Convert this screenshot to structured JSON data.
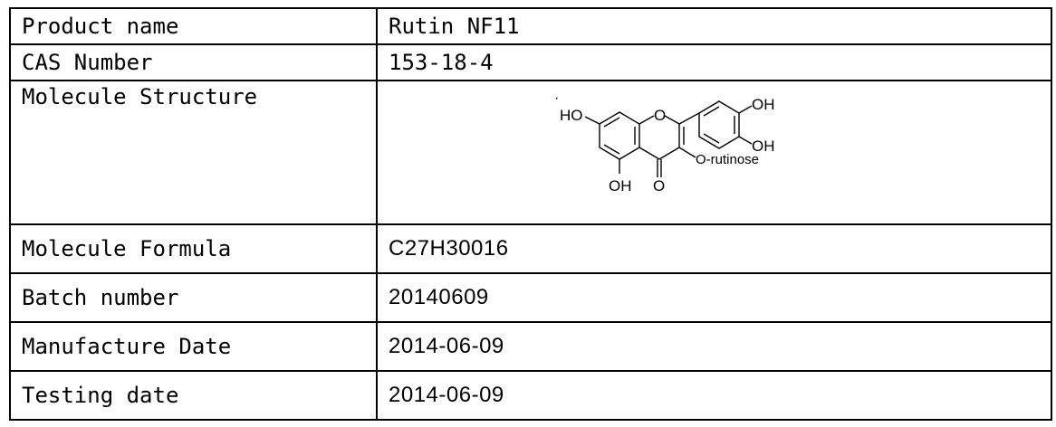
{
  "rows": [
    {
      "label": "Product name",
      "value": "Rutin NF11"
    },
    {
      "label": "CAS Number",
      "value": "153-18-4"
    },
    {
      "label": "Molecule Structure",
      "structure": {
        "atom_labels": {
          "ho": "HO",
          "o_ring": "O",
          "oh_top": "OH",
          "oh_right": "OH",
          "o_rutinose": "O-rutinose",
          "oh_bottom": "OH",
          "o_keto": "O"
        }
      }
    },
    {
      "label": "Molecule Formula",
      "value": "C27H30016"
    },
    {
      "label": "Batch number",
      "value": "20140609"
    },
    {
      "label": "Manufacture Date",
      "value": "2014-06-09"
    },
    {
      "label": "Testing date",
      "value": "2014-06-09"
    }
  ]
}
